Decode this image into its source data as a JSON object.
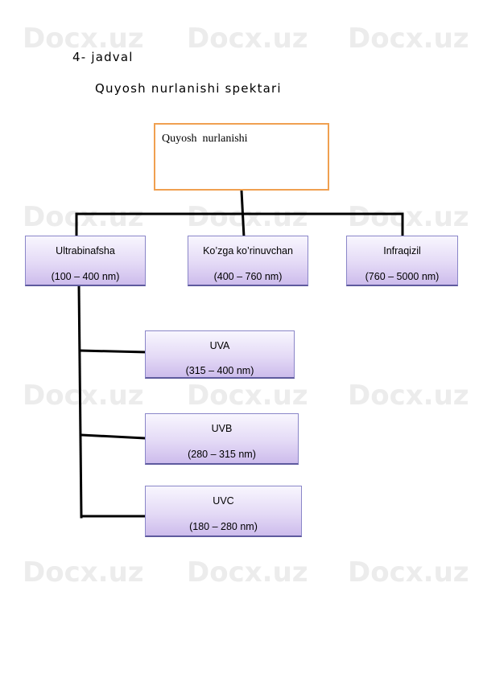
{
  "watermark": "Docx.uz",
  "document": {
    "table_label": "4- jadval",
    "title": "Quyosh nurlanishi spektari"
  },
  "diagram": {
    "root": "Quyosh  nurlanishi",
    "branches": [
      {
        "name": "Ultrabinafsha",
        "range": "(100 – 400 nm)"
      },
      {
        "name": "Ko’zga ko’rinuvchan",
        "range": "(400 – 760 nm)"
      },
      {
        "name": "Infraqizil",
        "range": "(760 – 5000 nm)"
      }
    ],
    "uv_subtypes": [
      {
        "name": "UVA",
        "range": "(315 – 400 nm)"
      },
      {
        "name": "UVB",
        "range": "(280 – 315 nm)"
      },
      {
        "name": "UVC",
        "range": "(180 – 280 nm)"
      }
    ]
  }
}
